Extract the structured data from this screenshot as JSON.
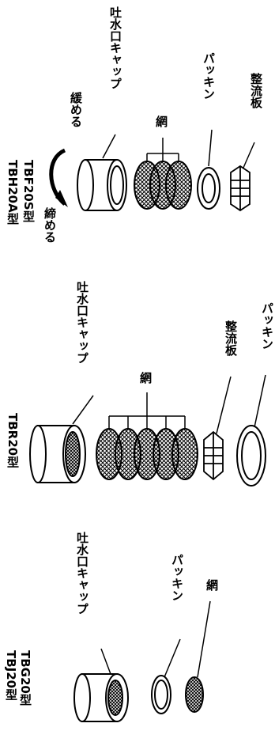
{
  "section1": {
    "model_line1": "TBF20S型",
    "model_line2": "TBH20A型",
    "loosen": "緩める",
    "tighten": "締める",
    "cap": "吐水口キャップ",
    "mesh": "網",
    "packing": "パッキン",
    "straightener": "整流板"
  },
  "section2": {
    "model": "TBR20型",
    "cap": "吐水口キャップ",
    "mesh": "網",
    "straightener": "整流板",
    "packing": "パッキン"
  },
  "section3": {
    "model_line1": "TBG20型",
    "model_line2": "TBJ20型",
    "cap": "吐水口キャップ",
    "packing": "パッキン",
    "mesh": "網"
  }
}
